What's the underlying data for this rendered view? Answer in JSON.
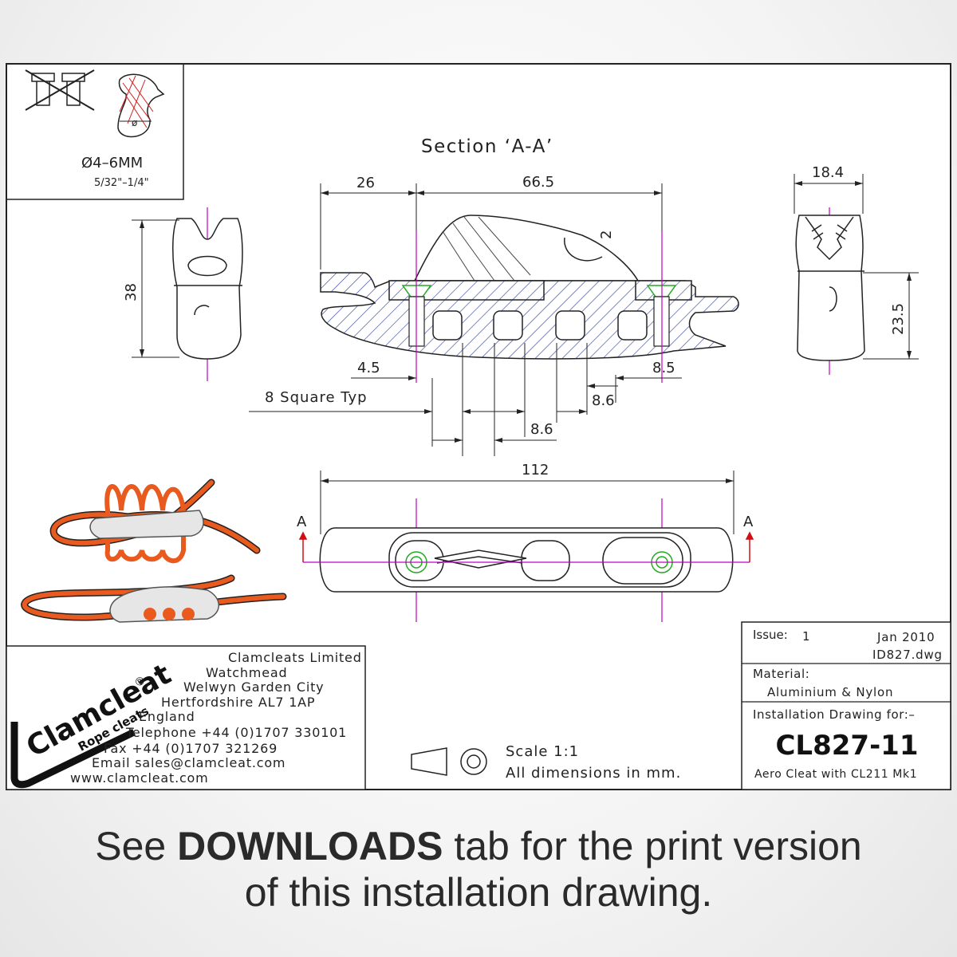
{
  "rope": {
    "diameter": "Ø4–6MM",
    "diameter_inch": "5/32\"–1/4\""
  },
  "section_title": "Section ‘A-A’",
  "dimensions": {
    "d26": "26",
    "d66_5": "66.5",
    "d18_4": "18.4",
    "d2": "2",
    "d38": "38",
    "d23_5": "23.5",
    "d4_5": "4.5",
    "d8_5": "8.5",
    "d8_6a": "8.6",
    "d8_6b": "8.6",
    "square": "8 Square Typ",
    "d112": "112",
    "section_mark": "A"
  },
  "company": {
    "logo_main": "Clamcleat",
    "logo_sub": "Rope cleats",
    "logo_reg": "®",
    "lines": [
      "Clamcleats Limited",
      "Watchmead",
      "Welwyn Garden City",
      "Hertfordshire AL7 1AP",
      "England",
      "Telephone +44 (0)1707 330101",
      "Fax +44 (0)1707 321269",
      "Email sales@clamcleat.com",
      "www.clamcleat.com"
    ]
  },
  "scale": {
    "line1": "Scale 1:1",
    "line2": "All dimensions in mm."
  },
  "title_block": {
    "issue_label": "Issue:",
    "issue_value": "1",
    "date": "Jan 2010",
    "file": "ID827.dwg",
    "material_label": "Material:",
    "material_value": "Aluminium & Nylon",
    "installation_label": "Installation Drawing for:–",
    "part_number": "CL827-11",
    "description": "Aero Cleat with CL211 Mk1"
  },
  "caption": {
    "pre": "See ",
    "bold": "DOWNLOADS",
    "post": " tab for the print version",
    "line2": "of this installation drawing."
  },
  "colors": {
    "hatch": "#3a4aa0",
    "centerline": "#c000c0",
    "rope": "#e85a1e",
    "screw": "#22aa22",
    "arrow_red": "#d01010"
  }
}
